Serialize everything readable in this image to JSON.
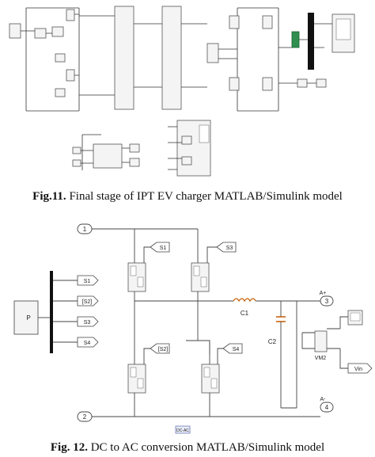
{
  "fig11": {
    "caption_prefix": "Fig.11.",
    "caption_text": " Final stage of IPT EV charger MATLAB/Simulink model"
  },
  "fig12": {
    "caption_prefix": "Fig. 12.",
    "caption_text": " DC to AC conversion MATLAB/Simulink model",
    "ports": {
      "top_in": "1",
      "bottom_in": "2",
      "out_a": "3",
      "out_b": "4"
    },
    "signals": {
      "s1": "S1",
      "s2": "[S2]",
      "s3": "S3",
      "s4": "S4"
    },
    "switch_tags": {
      "sw1": "S1",
      "sw2": "S3",
      "sw3": "[S2]",
      "sw4": "S4"
    },
    "components": {
      "c1": "C1",
      "c2": "C2",
      "vm": "VM2",
      "vin": "Vin",
      "p": "P",
      "powergui": "DC-AC"
    },
    "terminal_plus": "A+",
    "terminal_minus": "A-"
  }
}
